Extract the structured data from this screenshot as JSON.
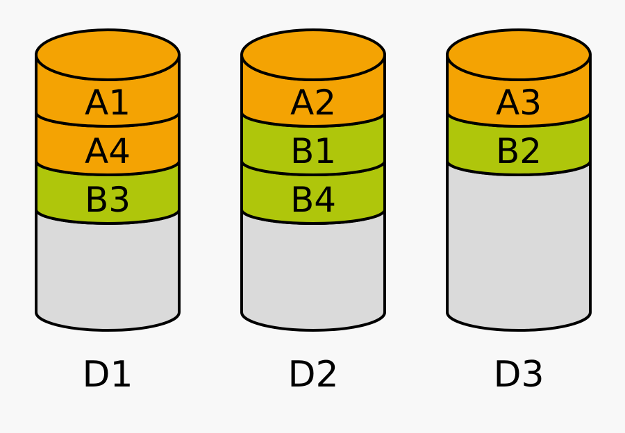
{
  "diagram": {
    "background": "#f8f8f8",
    "outline_color": "#000000",
    "palette": {
      "block_a": "#f4a303",
      "block_b": "#afc60b",
      "free_space": "#dadada"
    },
    "disks": [
      {
        "label": "D1",
        "segments": [
          {
            "label": "A1",
            "type": "block_a"
          },
          {
            "label": "A4",
            "type": "block_a"
          },
          {
            "label": "B3",
            "type": "block_b"
          }
        ]
      },
      {
        "label": "D2",
        "segments": [
          {
            "label": "A2",
            "type": "block_a"
          },
          {
            "label": "B1",
            "type": "block_b"
          },
          {
            "label": "B4",
            "type": "block_b"
          }
        ]
      },
      {
        "label": "D3",
        "segments": [
          {
            "label": "A3",
            "type": "block_a"
          },
          {
            "label": "B2",
            "type": "block_b"
          }
        ]
      }
    ]
  }
}
